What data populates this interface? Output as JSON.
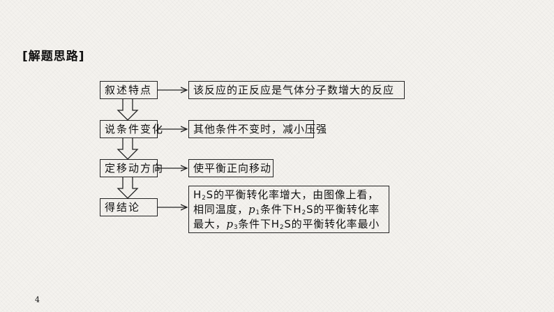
{
  "heading": "[解题思路]",
  "steps": [
    {
      "label": "叙述特点",
      "result": "该反应的正反应是气体分子数增大的反应"
    },
    {
      "label": "说条件变化",
      "result": "其他条件不变时，减小压强"
    },
    {
      "label": "定移动方向",
      "result": "使平衡正向移动"
    },
    {
      "label": "得结论"
    }
  ],
  "conclusion": {
    "line1_a": "H",
    "line1_sub": "2",
    "line1_b": "S的平衡转化率增大，由图像上看，",
    "line2_a": "相同温度，",
    "line2_p": "p",
    "line2_psub": "1",
    "line2_b": "条件下H",
    "line2_sub": "2",
    "line2_c": "S的平衡转化率",
    "line3_a": "最大，",
    "line3_p": "p",
    "line3_psub": "3",
    "line3_b": "条件下H",
    "line3_sub": "2",
    "line3_c": "S的平衡转化率最小"
  },
  "page_number": "4"
}
